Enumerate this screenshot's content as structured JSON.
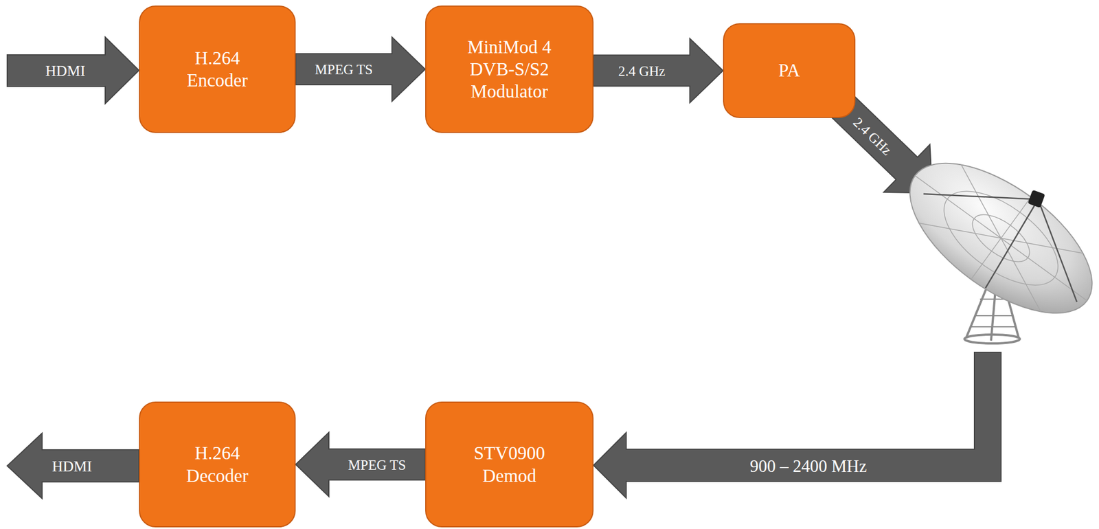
{
  "diagram": {
    "nodes": [
      {
        "text": [
          "H.264 Encoder"
        ]
      },
      {
        "text": [
          "MiniMod 4 DVB-S/S2 Modulator"
        ]
      },
      {
        "text": [
          "PA"
        ]
      },
      {
        "text": [
          "H.264 Decoder"
        ]
      },
      {
        "text": [
          "STV0900 Demod"
        ]
      }
    ],
    "edges": [
      {
        "from": 0,
        "to": 1,
        "label": "MPEG TS",
        "arrow": "to"
      },
      {
        "from": 1,
        "to": 2,
        "label": "2.4 GHz",
        "arrow": "to"
      },
      {
        "from": 4,
        "to": 3,
        "label": "MPEG TS",
        "arrow": "to"
      }
    ],
    "labels": [
      "HDMI",
      "2.4 GHz",
      "900 – 2400 MHz",
      "HDMI"
    ]
  }
}
